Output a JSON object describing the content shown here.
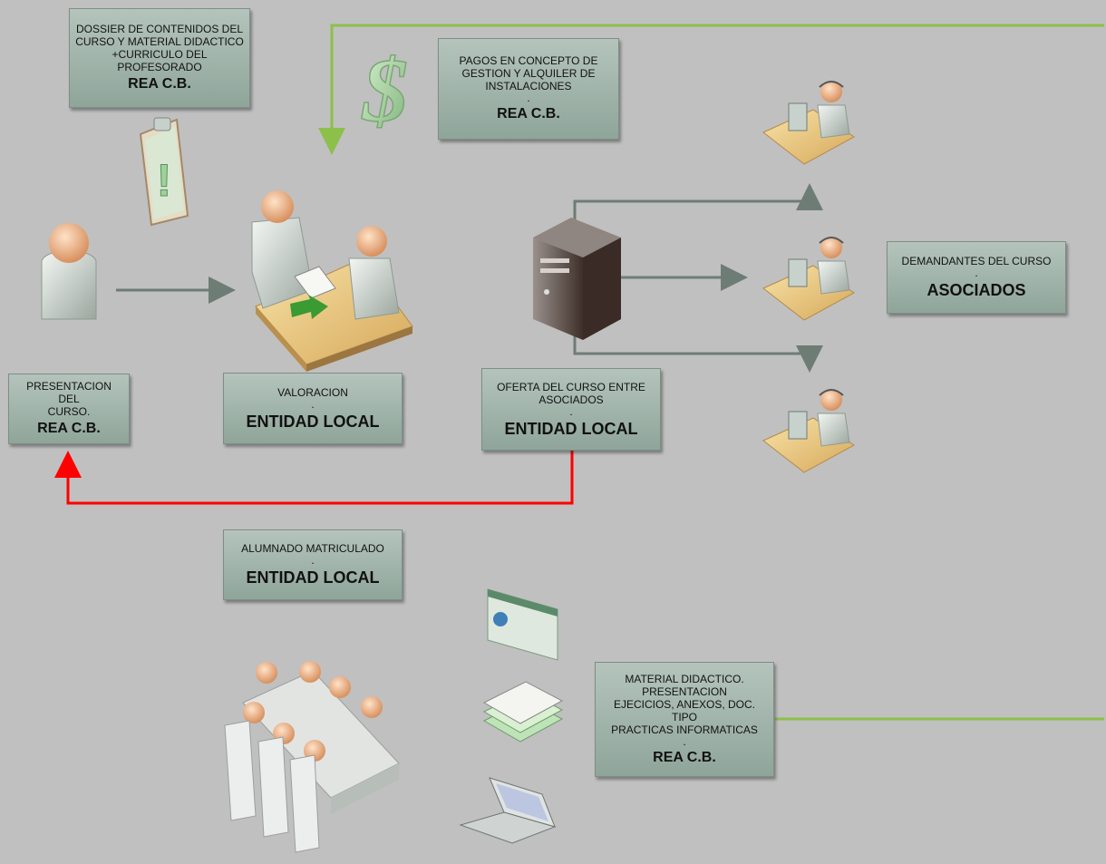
{
  "boxes": {
    "dossier": {
      "text": "DOSSIER DE CONTENIDOS DEL\nCURSO Y MATERIAL DIDACTICO\n+CURRICULO DEL\nPROFESORADO",
      "owner": "REA C.B."
    },
    "pagos": {
      "text": "PAGOS EN CONCEPTO DE\nGESTION Y ALQUILER DE\nINSTALACIONES",
      "dot": ".",
      "owner": "REA C.B."
    },
    "presentacion": {
      "text": "PRESENTACION DEL\nCURSO.",
      "owner": "REA C.B."
    },
    "valoracion": {
      "text": "VALORACION",
      "dot": ".",
      "owner": "ENTIDAD LOCAL"
    },
    "oferta": {
      "text": "OFERTA DEL CURSO ENTRE\nASOCIADOS",
      "dot": ".",
      "owner": "ENTIDAD LOCAL"
    },
    "demandantes": {
      "text": "DEMANDANTES DEL CURSO",
      "dot": ".",
      "owner": "ASOCIADOS"
    },
    "alumnado": {
      "text": "ALUMNADO MATRICULADO",
      "dot": ".",
      "owner": "ENTIDAD LOCAL"
    },
    "material": {
      "text": "MATERIAL DIDACTICO.\nPRESENTACION\nEJECICIOS, ANEXOS, DOC. TIPO\nPRACTICAS INFORMATICAS",
      "dot": ".",
      "owner": "REA C.B."
    }
  },
  "icons": {
    "dollar": "$",
    "alert": "!"
  },
  "colors": {
    "background": "#c0c0c0",
    "box": "#9fb2a8",
    "arrow_gray": "#6e7c76",
    "arrow_red": "#ff0000",
    "line_green": "#8cc04a",
    "person": "#f2b48c",
    "desk": "#e8c27a"
  }
}
